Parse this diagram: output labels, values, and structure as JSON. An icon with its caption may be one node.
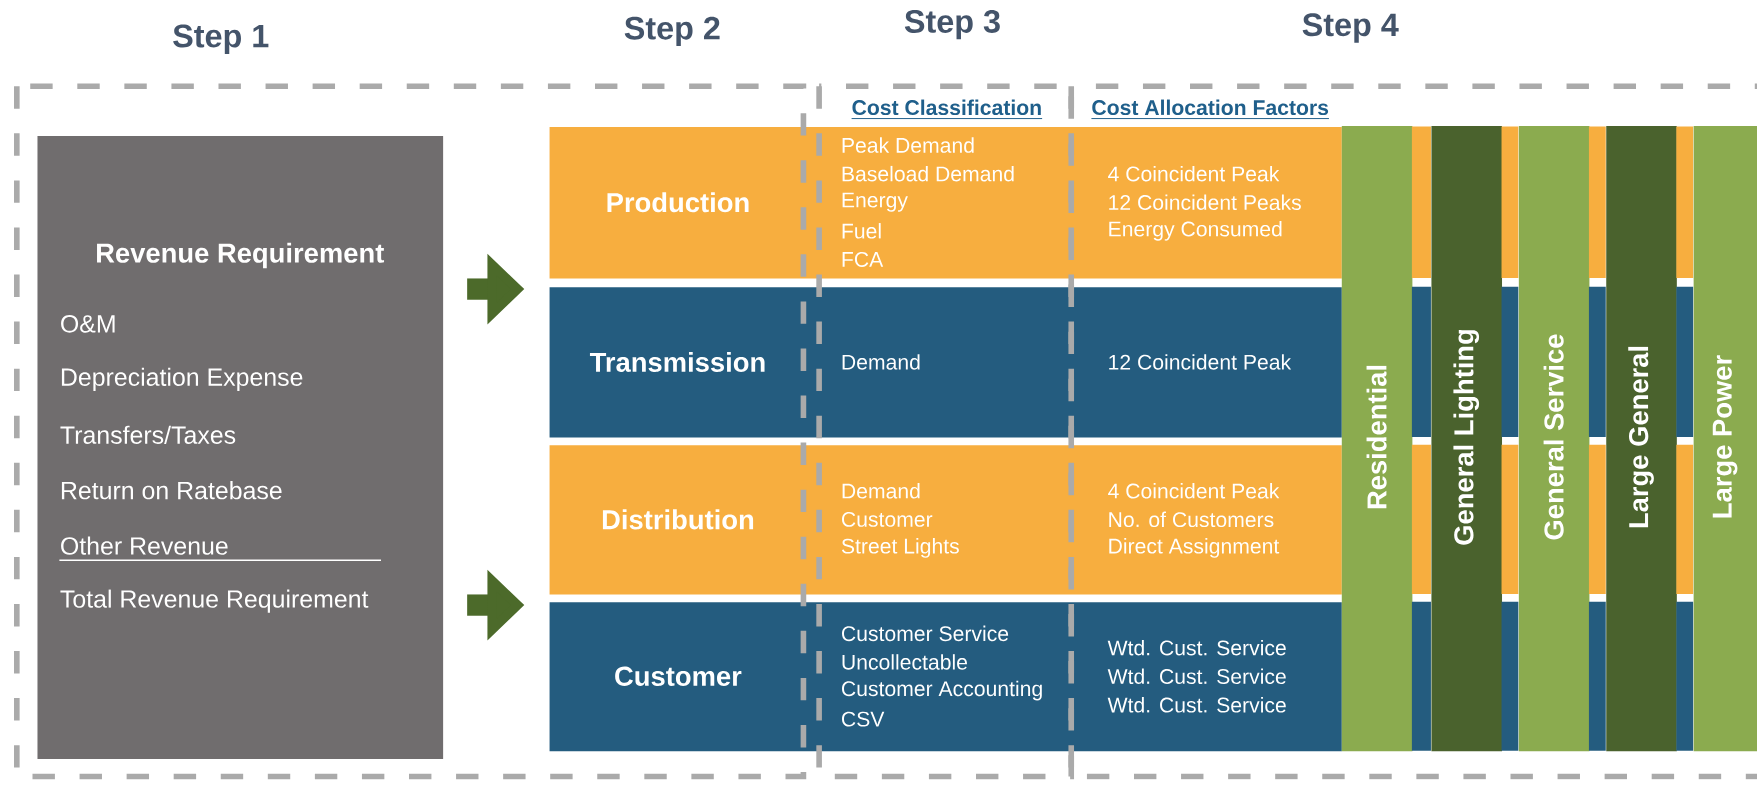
{
  "diagram": {
    "nodes": [
      {
        "text": [
          "Revenue Requirement",
          "O&M",
          "Depreciation Expense",
          "Transfers/Taxes",
          "Return on Ratebase",
          "Other Revenue",
          "Total Revenue Requirement"
        ]
      },
      {
        "text": [
          "Production",
          "Peak Demand",
          "Baseload Demand",
          "Energy",
          "Fuel",
          "FCA",
          "4 Coincident Peak",
          "12 Coincident Peaks",
          "Energy Consumed"
        ]
      },
      {
        "text": [
          "Transmission",
          "Demand",
          "12 Coincident Peak"
        ]
      },
      {
        "text": [
          "Distribution",
          "Demand",
          "Customer",
          "Street Lights",
          "4 Coincident Peak",
          "No. of Customers",
          "Direct Assignment"
        ]
      },
      {
        "text": [
          "Customer",
          "Customer Service",
          "Uncollectable",
          "Customer Accounting",
          "CSV",
          "Wtd. Cust. Service",
          "Wtd. Cust. Service",
          "Wtd. Cust. Service"
        ]
      },
      {
        "text": [
          "Residential"
        ]
      },
      {
        "text": [
          "General Lighting"
        ]
      },
      {
        "text": [
          "General Service"
        ]
      },
      {
        "text": [
          "Large General"
        ]
      },
      {
        "text": [
          "Large Power"
        ]
      }
    ],
    "edges": [
      {
        "from": 0,
        "to": 1,
        "arrow": "to"
      },
      {
        "from": 0,
        "to": 3,
        "arrow": "to"
      }
    ],
    "labels": [
      "Step 1",
      "Step 2",
      "Step 3",
      "Step 4",
      "Cost Classification",
      "Cost Allocation Factors"
    ]
  }
}
